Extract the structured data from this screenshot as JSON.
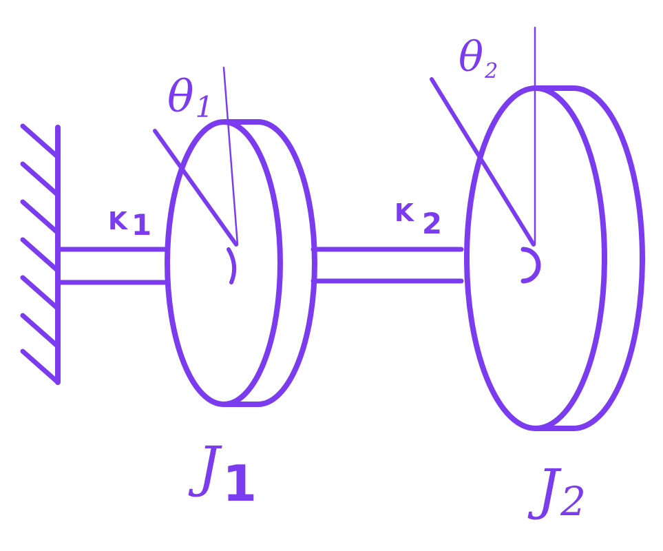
{
  "colors": {
    "stroke": "#7b3cf0",
    "background": "#ffffff"
  },
  "labels": {
    "theta1": {
      "main": "θ",
      "sub": "1"
    },
    "theta2": {
      "main": "θ",
      "sub": "2"
    },
    "k1": {
      "main": "K",
      "sub": "1"
    },
    "k2": {
      "main": "K",
      "sub": "2"
    },
    "j1": {
      "main": "J",
      "sub": "1"
    },
    "j2": {
      "main": "J",
      "sub": "2"
    }
  }
}
